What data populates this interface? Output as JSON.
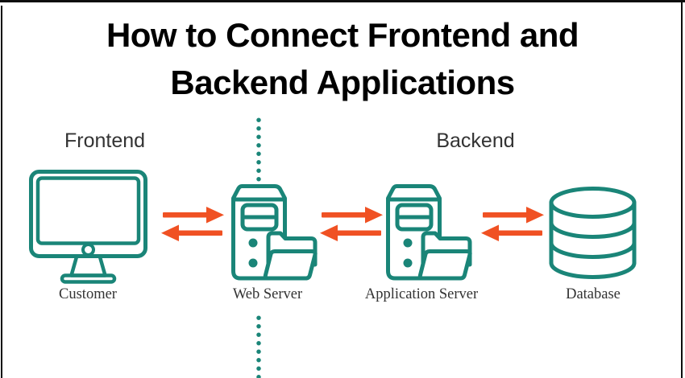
{
  "title": {
    "line1": "How to Connect Frontend and",
    "line2": "Backend Applications"
  },
  "zones": {
    "frontend": "Frontend",
    "backend": "Backend"
  },
  "nodes": [
    {
      "id": "customer",
      "label": "Customer"
    },
    {
      "id": "web-server",
      "label": "Web Server"
    },
    {
      "id": "application-server",
      "label": "Application Server"
    },
    {
      "id": "database",
      "label": "Database"
    }
  ],
  "colors": {
    "teal": "#1a8578",
    "orange": "#f05123",
    "title": "#000000",
    "label_text": "#333333",
    "edge": "#0d0d0d",
    "background": "#ffffff"
  }
}
